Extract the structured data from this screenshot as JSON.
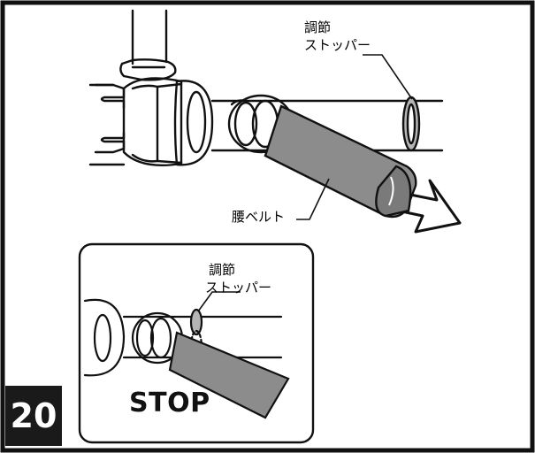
{
  "step_number": "20",
  "main_illustration": {
    "stopper_label_line1": "調節",
    "stopper_label_line2": "ストッパー",
    "belt_label": "腰ベルト"
  },
  "inset": {
    "stopper_label_line1": "調節",
    "stopper_label_line2": "ストッパー",
    "stop_text": "STOP"
  },
  "colors": {
    "frame": "#111111",
    "belt_fill": "#8c8c8c",
    "stopper_fill": "#b5b5b5",
    "step_badge": "#1a1a1a"
  }
}
